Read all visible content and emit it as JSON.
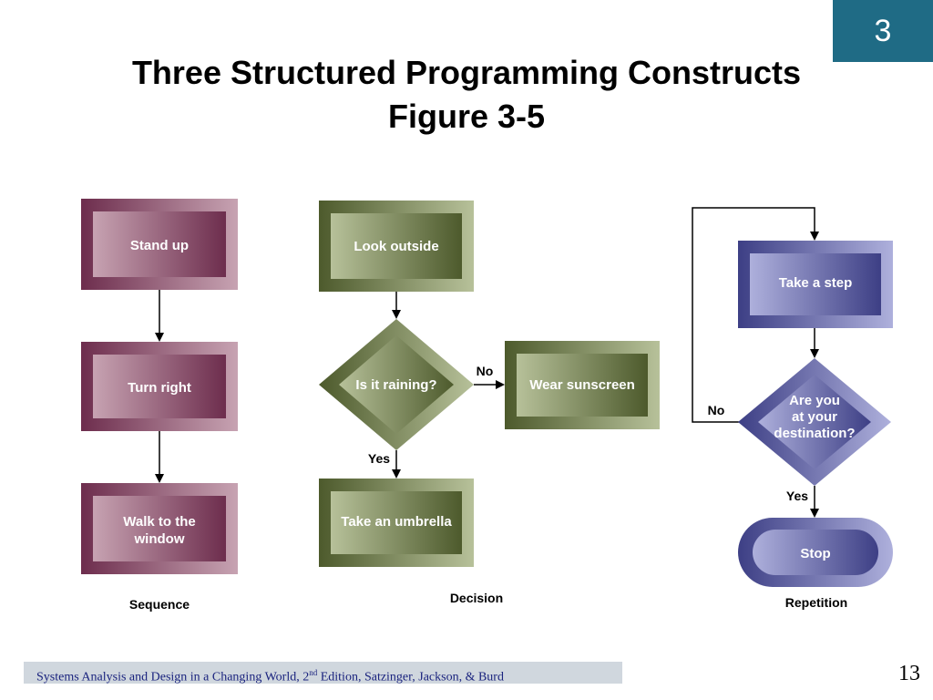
{
  "slide": {
    "chapter_number": "3",
    "title_line1": "Three Structured Programming Constructs",
    "title_line2": "Figure 3-5",
    "page_number": "13"
  },
  "footer": {
    "text_before": "Systems Analysis and Design in a Changing World, 2",
    "superscript": "nd",
    "text_after": " Edition, Satzinger, Jackson, & Burd"
  },
  "sequence": {
    "caption": "Sequence",
    "steps": [
      "Stand up",
      "Turn right",
      "Walk to the",
      "window"
    ]
  },
  "decision": {
    "caption": "Decision",
    "start": "Look outside",
    "question": "Is it raining?",
    "no_label": "No",
    "no_action": "Wear sunscreen",
    "yes_label": "Yes",
    "yes_action": "Take an umbrella"
  },
  "repetition": {
    "caption": "Repetition",
    "action": "Take a step",
    "question_lines": [
      "Are you",
      "at your",
      "destination?"
    ],
    "no_label": "No",
    "yes_label": "Yes",
    "end": "Stop"
  },
  "colors": {
    "sequence_dark": "#6d2d4d",
    "sequence_light": "#b8909f",
    "decision_dark": "#4d5a2c",
    "decision_light": "#a9b38a",
    "repetition_dark": "#3d3f85",
    "repetition_light": "#9ea0d0",
    "badge": "#1f6b85",
    "footer_bg": "#d0d7de",
    "footer_text": "#1a237e"
  }
}
